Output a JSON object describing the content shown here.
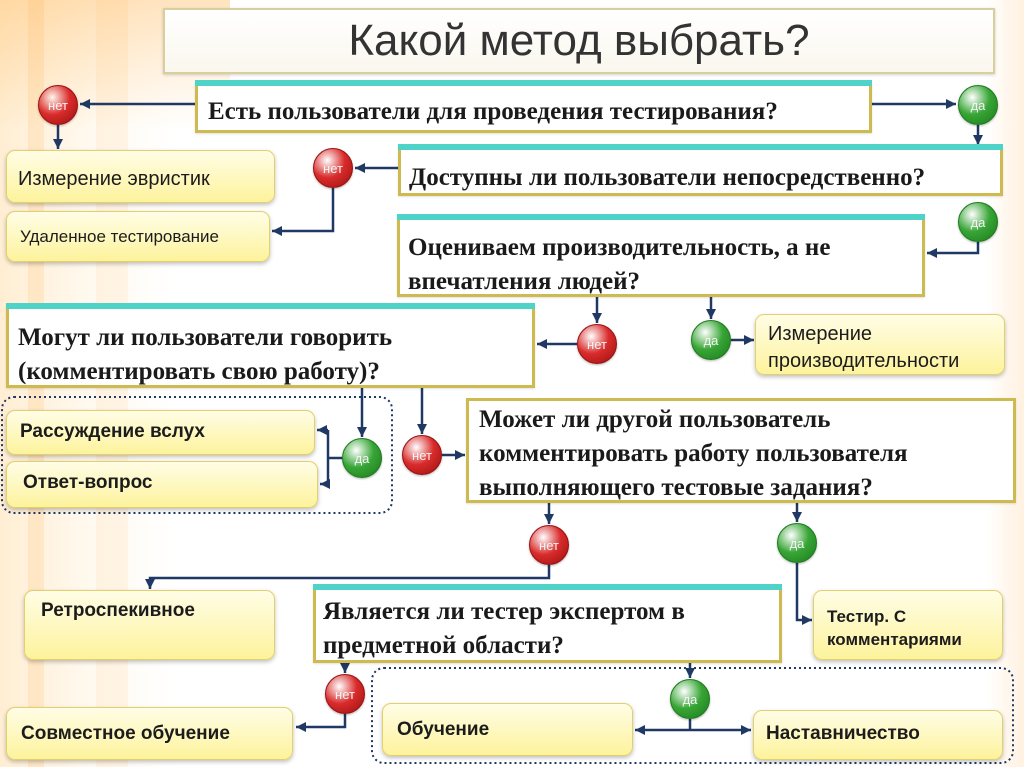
{
  "title": "Какой метод выбрать?",
  "answers": {
    "no": "нет",
    "yes": "да"
  },
  "questions": {
    "has_users": [
      "Есть пользователи для проведения тестирования?"
    ],
    "users_directly_available": [
      "Доступны ли пользователи непосредственно?"
    ],
    "measure_performance": [
      "Оцениваем производительность, а не",
      "впечатления людей?"
    ],
    "users_can_talk": [
      "Могут ли пользователи говорить",
      "(комментировать свою работу)?"
    ],
    "another_user_comments": [
      "Может ли другой пользователь",
      "комментировать работу пользователя",
      "выполняющего тестовые задания?"
    ],
    "tester_is_expert": [
      "Является ли тестер экспертом в",
      "предметной области?"
    ]
  },
  "methods": {
    "heuristic_evaluation": [
      "Измерение эвристик"
    ],
    "remote_testing": [
      "Удаленное тестирование"
    ],
    "performance_measurement": [
      "Измерение",
      "производительности"
    ],
    "thinking_aloud": [
      "Рассуждение вслух"
    ],
    "question_answer": [
      "Ответ-вопрос"
    ],
    "retrospective": [
      "Ретроспекивное"
    ],
    "commented_testing": [
      "Тестир. С",
      "комментариями"
    ],
    "co_discovery": [
      "Совместное обучение"
    ],
    "training": [
      "Обучение"
    ],
    "mentoring": [
      "Наставничество"
    ]
  },
  "colors": {
    "connector": "#1f3864",
    "no_circle": "#d92b2b",
    "yes_circle": "#37a535",
    "question_border": "#cdbb52",
    "question_accent_bar": "#4fd3c8",
    "method_fill": "#fdf39c"
  }
}
